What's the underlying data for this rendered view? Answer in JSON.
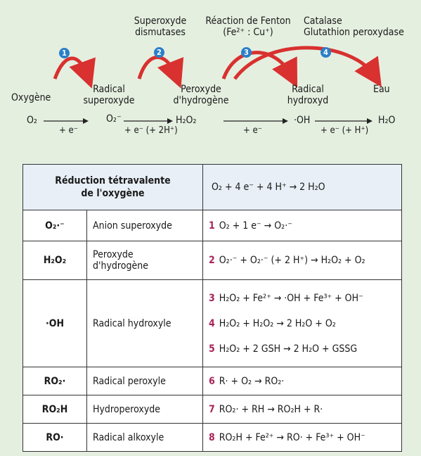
{
  "enzymes": {
    "sod_line1": "Superoxyde",
    "sod_line2": "dismutases",
    "fenton_line1": "Réaction de Fenton",
    "fenton_line2": "(Fe²⁺ : Cu⁺)",
    "catalase": "Catalase",
    "gpx": "Glutathion peroxydase"
  },
  "steps": [
    "1",
    "2",
    "3",
    "4"
  ],
  "species": {
    "oxygen": "Oxygène",
    "superoxide_line1": "Radical",
    "superoxide_line2": "superoxyde",
    "peroxide_line1": "Peroxyde",
    "peroxide_line2": "d'hydrogène",
    "hydroxyl_line1": "Radical",
    "hydroxyl_line2": "hydroxyd",
    "water": "Eau"
  },
  "formulas": {
    "o2": "O₂",
    "o2_rad": "O₂⁻",
    "h2o2": "H₂O₂",
    "oh": "·OH",
    "h2o": "H₂O"
  },
  "conditions": {
    "c1": "+ e⁻",
    "c2": "+ e⁻ (+ 2H⁺)",
    "c3": "+ e⁻",
    "c4": "+ e⁻ (+ H⁺)"
  },
  "arrow_colors": {
    "curved": "#d8312f",
    "step_badge": "#2a7fc9",
    "number": "#a8245a"
  },
  "table": {
    "header_line1": "Réduction tétravalente",
    "header_line2": "de l'oxygène",
    "header_equation": "O₂ + 4 e⁻ + 4 H⁺ → 2 H₂O",
    "rows": [
      {
        "formula": "O₂·⁻",
        "name": "Anion superoxyde",
        "reactions": [
          {
            "n": "1",
            "eq": "O₂ + 1 e⁻ → O₂·⁻"
          }
        ]
      },
      {
        "formula": "H₂O₂",
        "name_line1": "Peroxyde",
        "name_line2": "d'hydrogène",
        "reactions": [
          {
            "n": "2",
            "eq": "O₂·⁻ + O₂·⁻ (+ 2 H⁺) → H₂O₂ + O₂"
          }
        ]
      },
      {
        "formula": "·OH",
        "name": "Radical hydroxyle",
        "reactions": [
          {
            "n": "3",
            "eq": "H₂O₂ + Fe²⁺ → ·OH + Fe³⁺ + OH⁻"
          },
          {
            "n": "4",
            "eq": "H₂O₂ + H₂O₂ → 2 H₂O + O₂"
          },
          {
            "n": "5",
            "eq": "H₂O₂ + 2 GSH → 2 H₂O + GSSG"
          }
        ]
      },
      {
        "formula": "RO₂·",
        "name": "Radical peroxyle",
        "reactions": [
          {
            "n": "6",
            "eq": "R· + O₂ → RO₂·"
          }
        ]
      },
      {
        "formula": "RO₂H",
        "name": "Hydroperoxyde",
        "reactions": [
          {
            "n": "7",
            "eq": "RO₂· + RH → RO₂H + R·"
          }
        ]
      },
      {
        "formula": "RO·",
        "name": "Radical alkoxyle",
        "reactions": [
          {
            "n": "8",
            "eq": "RO₂H + Fe²⁺ → RO· + Fe³⁺ + OH⁻"
          }
        ]
      }
    ]
  }
}
